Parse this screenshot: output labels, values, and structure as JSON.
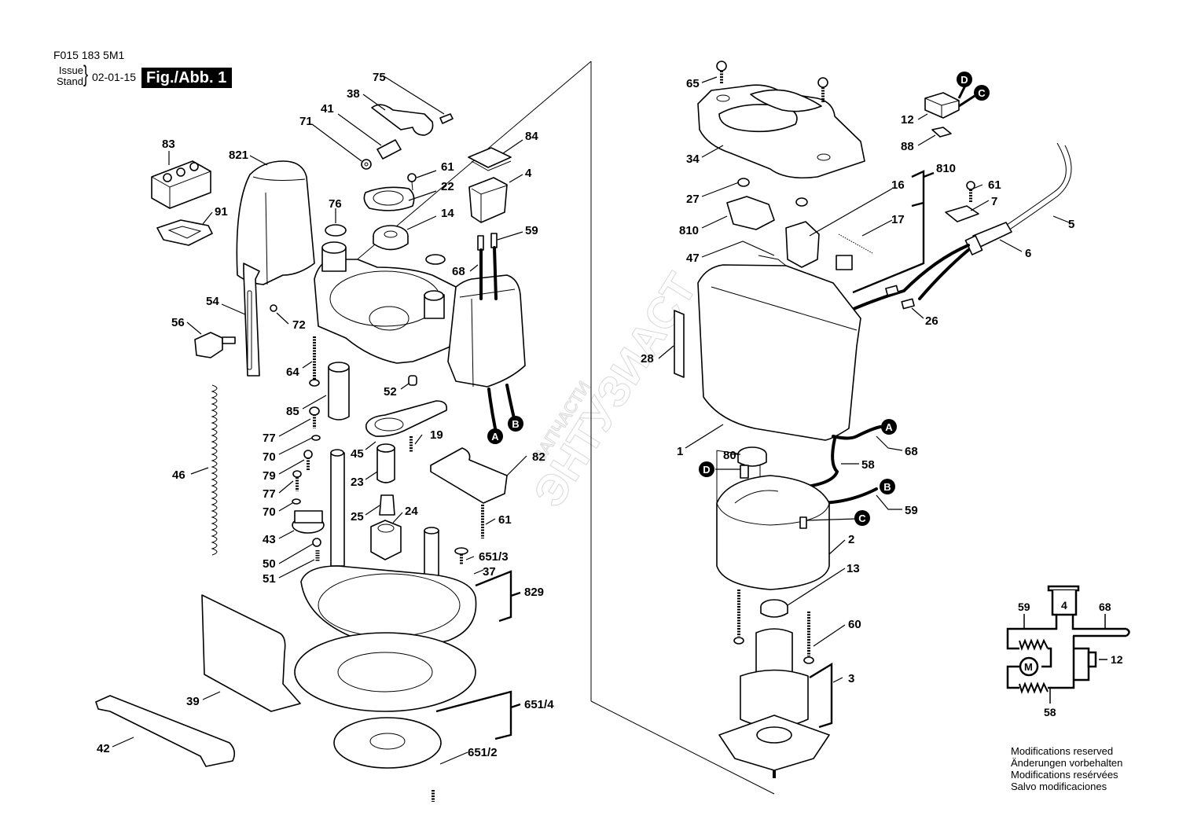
{
  "header": {
    "doc_code": "F015 183 5M1",
    "issue_label_en": "Issue",
    "issue_label_de": "Stand",
    "issue_date": "02-01-15",
    "figure_label": "Fig./Abb. 1"
  },
  "footer": {
    "modifications": [
      "Modifications reserved",
      "Änderungen vorbehalten",
      "Modifications resérvées",
      "Salvo modificaciones"
    ]
  },
  "watermark": {
    "line1": "ЗАПЧАСТИ",
    "line2": "ЭНТУЗИАСТ"
  },
  "connectors": [
    "A",
    "B",
    "C",
    "D"
  ],
  "left_assembly": {
    "callouts": [
      {
        "id": "75",
        "label": "75"
      },
      {
        "id": "38",
        "label": "38"
      },
      {
        "id": "41",
        "label": "41"
      },
      {
        "id": "71",
        "label": "71"
      },
      {
        "id": "83",
        "label": "83"
      },
      {
        "id": "821",
        "label": "821"
      },
      {
        "id": "84",
        "label": "84"
      },
      {
        "id": "61a",
        "label": "61"
      },
      {
        "id": "22",
        "label": "22"
      },
      {
        "id": "4",
        "label": "4"
      },
      {
        "id": "14",
        "label": "14"
      },
      {
        "id": "76",
        "label": "76"
      },
      {
        "id": "91",
        "label": "91"
      },
      {
        "id": "59",
        "label": "59"
      },
      {
        "id": "68",
        "label": "68"
      },
      {
        "id": "54",
        "label": "54"
      },
      {
        "id": "56",
        "label": "56"
      },
      {
        "id": "72",
        "label": "72"
      },
      {
        "id": "64",
        "label": "64"
      },
      {
        "id": "52",
        "label": "52"
      },
      {
        "id": "85",
        "label": "85"
      },
      {
        "id": "77a",
        "label": "77"
      },
      {
        "id": "19",
        "label": "19"
      },
      {
        "id": "70a",
        "label": "70"
      },
      {
        "id": "45",
        "label": "45"
      },
      {
        "id": "82",
        "label": "82"
      },
      {
        "id": "46",
        "label": "46"
      },
      {
        "id": "79",
        "label": "79"
      },
      {
        "id": "23",
        "label": "23"
      },
      {
        "id": "77b",
        "label": "77"
      },
      {
        "id": "25",
        "label": "25"
      },
      {
        "id": "24",
        "label": "24"
      },
      {
        "id": "61b",
        "label": "61"
      },
      {
        "id": "70b",
        "label": "70"
      },
      {
        "id": "43",
        "label": "43"
      },
      {
        "id": "50",
        "label": "50"
      },
      {
        "id": "651_3",
        "label": "651/3"
      },
      {
        "id": "51",
        "label": "51"
      },
      {
        "id": "829",
        "label": "829"
      },
      {
        "id": "37",
        "label": "37"
      },
      {
        "id": "39",
        "label": "39"
      },
      {
        "id": "651_4",
        "label": "651/4"
      },
      {
        "id": "42",
        "label": "42"
      },
      {
        "id": "651_2",
        "label": "651/2"
      }
    ]
  },
  "right_assembly": {
    "callouts": [
      {
        "id": "65",
        "label": "65"
      },
      {
        "id": "12",
        "label": "12"
      },
      {
        "id": "88",
        "label": "88"
      },
      {
        "id": "34",
        "label": "34"
      },
      {
        "id": "810a",
        "label": "810"
      },
      {
        "id": "27",
        "label": "27"
      },
      {
        "id": "16",
        "label": "16"
      },
      {
        "id": "61c",
        "label": "61"
      },
      {
        "id": "7",
        "label": "7"
      },
      {
        "id": "17",
        "label": "17"
      },
      {
        "id": "810b",
        "label": "810"
      },
      {
        "id": "5",
        "label": "5"
      },
      {
        "id": "47",
        "label": "47"
      },
      {
        "id": "6",
        "label": "6"
      },
      {
        "id": "26",
        "label": "26"
      },
      {
        "id": "28",
        "label": "28"
      },
      {
        "id": "1",
        "label": "1"
      },
      {
        "id": "68b",
        "label": "68"
      },
      {
        "id": "80",
        "label": "80"
      },
      {
        "id": "58",
        "label": "58"
      },
      {
        "id": "59b",
        "label": "59"
      },
      {
        "id": "2",
        "label": "2"
      },
      {
        "id": "13",
        "label": "13"
      },
      {
        "id": "60",
        "label": "60"
      },
      {
        "id": "3",
        "label": "3"
      }
    ]
  },
  "wiring_diagram": {
    "switch_label": "4",
    "motor_label": "M",
    "labels": {
      "left_wire": "59",
      "right_wire": "68",
      "bottom_wire": "58",
      "capacitor": "12"
    }
  }
}
